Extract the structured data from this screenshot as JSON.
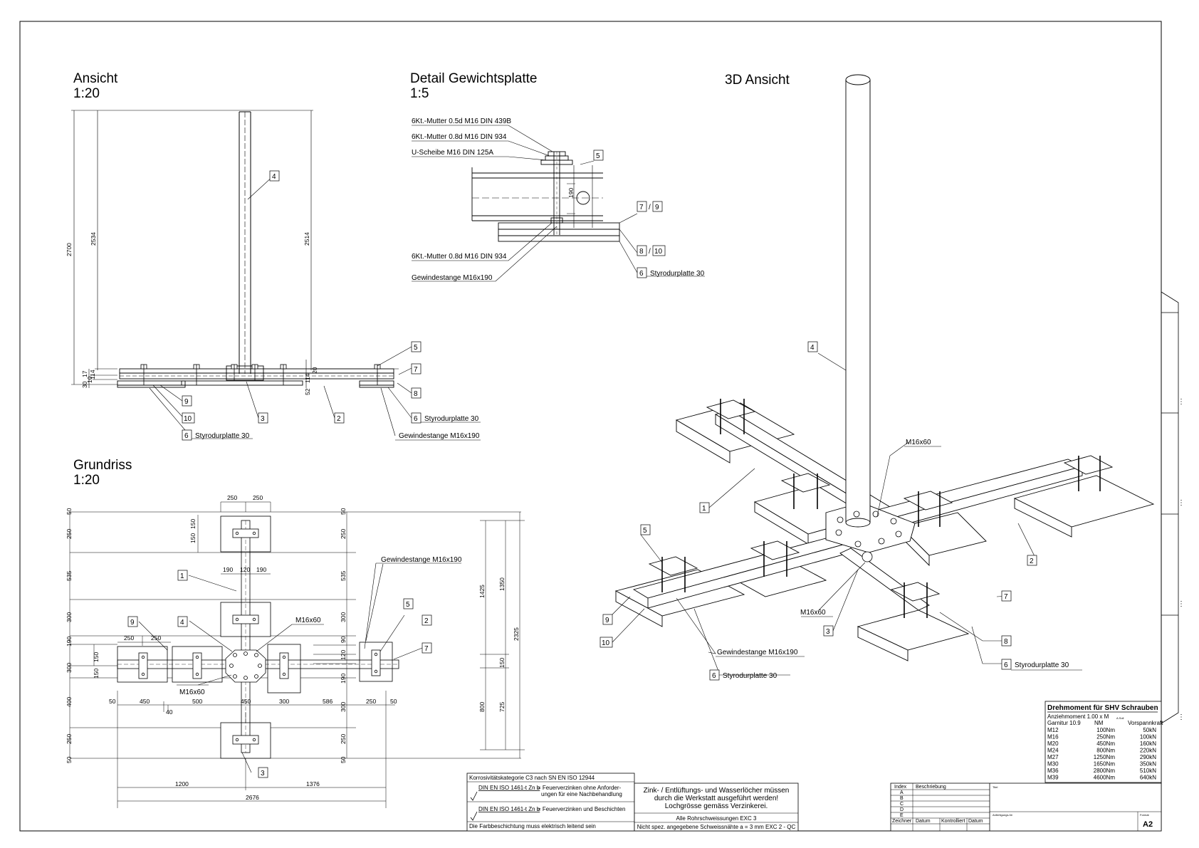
{
  "views": {
    "ansicht": {
      "title": "Ansicht",
      "scale": "1:20"
    },
    "detail": {
      "title": "Detail Gewichtsplatte",
      "scale": "1:5"
    },
    "ansicht3d": {
      "title": "3D Ansicht"
    },
    "grundriss": {
      "title": "Grundriss",
      "scale": "1:20"
    }
  },
  "ansicht_dims": {
    "d2700": "2700",
    "d2534": "2534",
    "d2514": "2514",
    "d20": "20",
    "d114a": "114",
    "d114b": "114",
    "d52": "52",
    "d17": "17",
    "d30": "30",
    "d10": "10"
  },
  "ansicht_callouts": {
    "c4": "4",
    "c5": "5",
    "c7": "7",
    "c8": "8",
    "c9": "9",
    "c10": "10",
    "c3": "3",
    "c2": "2",
    "c6a": "6",
    "c6a_text": "Styrodurplatte 30",
    "c6b": "6",
    "c6b_text": "Styrodurplatte 30",
    "gewinde": "Gewindestange M16x190"
  },
  "detail_labels": {
    "mutter1": "6Kt.-Mutter 0.5d M16 DIN 439B",
    "mutter2": "6Kt.-Mutter 0.8d M16 DIN 934",
    "scheibe": "U-Scheibe M16 DIN 125A",
    "mutter3": "6Kt.-Mutter 0.8d M16 DIN 934",
    "gewinde": "Gewindestange M16x190",
    "c5": "5",
    "c7": "7",
    "c9": "9",
    "c8": "8",
    "c10": "10",
    "slash1": "/",
    "slash2": "/",
    "c6": "6",
    "c6_text": "Styrodurplatte 30",
    "d190": "190"
  },
  "grundriss_dims": {
    "t250a": "250",
    "t250b": "250",
    "l50a": "50",
    "l250a": "250",
    "l535": "535",
    "l300a": "300",
    "l190a": "190",
    "l300b": "300",
    "l400": "400",
    "l250b": "250",
    "l50b": "50",
    "r50a": "50",
    "r250a": "250",
    "r535": "535",
    "r300a": "300",
    "r90": "90",
    "r120a": "120",
    "r190": "190",
    "r300b": "300",
    "r250b": "250",
    "r50b": "50",
    "i150a": "150",
    "i150b": "150",
    "i190a": "190",
    "i120": "120",
    "i190b": "190",
    "s250a": "250",
    "s250b": "250",
    "s150a": "150",
    "s150b": "150",
    "b50a": "50",
    "b450a": "450",
    "b500": "500",
    "b450b": "450",
    "b300": "300",
    "b586": "586",
    "b250": "250",
    "b50b": "50",
    "b40": "40",
    "d1200": "1200",
    "d1376": "1376",
    "d2676": "2676",
    "v1425": "1425",
    "v1350": "1350",
    "v2325": "2325",
    "v800": "800",
    "v725": "725",
    "v150": "150"
  },
  "grundriss_callouts": {
    "c1": "1",
    "c9": "9",
    "c4": "4",
    "c5": "5",
    "c2": "2",
    "c7": "7",
    "c3": "3",
    "gewinde": "Gewindestange M16x190",
    "m16a": "M16x60",
    "m16b": "M16x60"
  },
  "iso_callouts": {
    "c4": "4",
    "c1": "1",
    "c5": "5",
    "c9": "9",
    "c10": "10",
    "c3": "3",
    "c2": "2",
    "c7": "7",
    "c8": "8",
    "c6a": "6",
    "c6a_text": "Styrodurplatte 30",
    "c6b": "6",
    "c6b_text": "Styrodurplatte 30",
    "m16a": "M16x60",
    "m16b": "M16x60",
    "gewinde": "Gewindestange M16x190"
  },
  "torque_table": {
    "title": "Drehmoment für SHV Schrauben",
    "subtitle": "Anziehmoment 1.00 x M",
    "subtitle_sub": "A.Soll",
    "head_a": "Garnitur 10.9",
    "head_b": "NM",
    "head_c": "Vorspannkraft",
    "rows": [
      {
        "size": "M12",
        "nm": "100Nm",
        "kn": "50kN"
      },
      {
        "size": "M16",
        "nm": "250Nm",
        "kn": "100kN"
      },
      {
        "size": "M20",
        "nm": "450Nm",
        "kn": "160kN"
      },
      {
        "size": "M24",
        "nm": "800Nm",
        "kn": "220kN"
      },
      {
        "size": "M27",
        "nm": "1250Nm",
        "kn": "290kN"
      },
      {
        "size": "M30",
        "nm": "1650Nm",
        "kn": "350kN"
      },
      {
        "size": "M36",
        "nm": "2800Nm",
        "kn": "510kN"
      },
      {
        "size": "M39",
        "nm": "4600Nm",
        "kn": "640kN"
      }
    ]
  },
  "notes": {
    "korrosion": "Korrosivitätskategorie C3 nach SN EN ISO 12944",
    "opt1_code": "DIN EN ISO 1461-t Zn b",
    "opt1_text1": "= Feuerverzinken ohne Anforder-",
    "opt1_text2": "ungen für eine Nachbehandlung",
    "opt2_code": "DIN EN ISO 1461-t Zn b",
    "opt2_text": "= Feuerverzinken und Beschichten",
    "farbe": "Die Farbbeschichtung muss elektrisch leitend sein",
    "zink1": "Zink- / Entlüftungs- und Wasserlöcher müssen",
    "zink2": "durch die Werkstatt ausgeführt werden!",
    "zink3": "Lochgrösse gemäss Verzinkerei.",
    "exc3": "Alle Rohrschweissungen EXC 3",
    "schweiss": "Nicht spez. angegebene Schweissnähte a = 3 mm EXC 2 - QC"
  },
  "revision": {
    "index": "Index",
    "beschreibung": "Beschriebung",
    "rows": [
      "A",
      "B",
      "C",
      "D",
      "E"
    ],
    "zeichner": "Zeichner",
    "datum": "Datum",
    "kontrolliert": "Kontrolliert",
    "datum2": "Datum"
  },
  "titleblock": {
    "titel": "Titel",
    "auftrag": "Anfertigungs-Nr",
    "format_label": "Format",
    "format": "A2"
  },
  "side_tab": {
    "m1": "⋮",
    "m2": "⋮",
    "m3": "⋮",
    "m4": "⋮"
  }
}
